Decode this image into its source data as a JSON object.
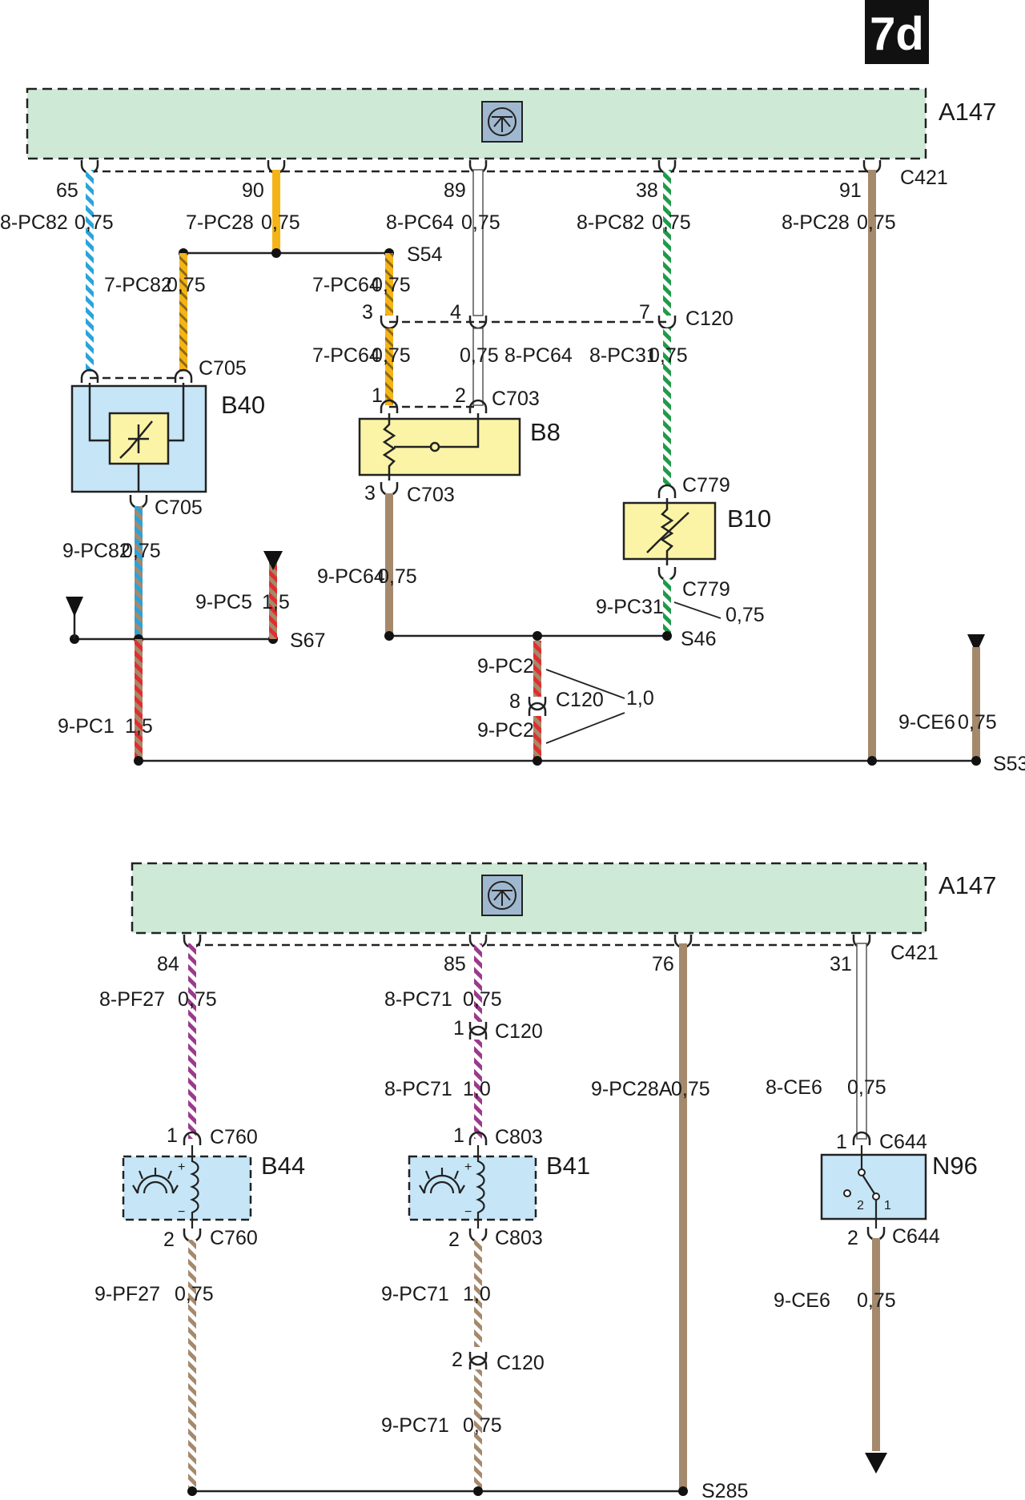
{
  "badge": "7d",
  "colors": {
    "blue": "#2aa3db",
    "yellow": "#f5b416",
    "green": "#1f9a4a",
    "brown": "#a5896c",
    "red": "#e02e2e",
    "violet": "#9b3a8c",
    "ecu_fill": "#cfe9d7",
    "sensor_fill": "#c6e6f7",
    "yellow_box": "#fbf4a6"
  },
  "top": {
    "module": "A147",
    "connector": "C421",
    "pins": [
      "65",
      "90",
      "89",
      "38",
      "91"
    ],
    "wires": {
      "w65": {
        "code": "8-PC82",
        "size": "0,75"
      },
      "w90": {
        "code": "7-PC28",
        "size": "0,75"
      },
      "w89": {
        "code": "8-PC64",
        "size": "0,75"
      },
      "w38": {
        "code": "8-PC82",
        "size": "0,75"
      },
      "w91": {
        "code": "8-PC28",
        "size": "0,75"
      },
      "b40_yel": {
        "code": "7-PC82",
        "size": "0,75"
      },
      "b8_in_upper": {
        "code": "7-PC64",
        "size": "0,75"
      },
      "b8_in_lower": {
        "code": "7-PC64",
        "size": "0,75"
      },
      "b8_white_lower": {
        "code": "8-PC64",
        "size": "0,75"
      },
      "b10_in": {
        "code": "8-PC31",
        "size": "0,75"
      },
      "b40_out": {
        "code": "9-PC82",
        "size": "0,75"
      },
      "pc5": {
        "code": "9-PC5",
        "size": "1,5"
      },
      "b8_out": {
        "code": "9-PC64",
        "size": "0,75"
      },
      "b10_out": {
        "code": "9-PC31",
        "size": "0,75"
      },
      "pc2_upper": {
        "code": "9-PC2"
      },
      "pc2_lower": {
        "code": "9-PC2"
      },
      "pc2_size": "1,0",
      "pc1": {
        "code": "9-PC1",
        "size": "1,5"
      },
      "ce6": {
        "code": "9-CE6",
        "size": "0,75"
      }
    },
    "splices": {
      "s54": "S54",
      "s67": "S67",
      "s46": "S46",
      "s53": "S53"
    },
    "connectors": {
      "c705_top": "C705",
      "c705_bottom": "C705",
      "c120": "C120",
      "c120_pins": [
        "3",
        "4",
        "7"
      ],
      "c703_top": "C703",
      "c703_bottom": "C703",
      "c703_pins": [
        "1",
        "2",
        "3"
      ],
      "c779_top": "C779",
      "c779_bottom": "C779",
      "c120_mid": "C120",
      "c120_mid_pin": "8"
    },
    "components": {
      "b40": "B40",
      "b8": "B8",
      "b10": "B10"
    }
  },
  "bottom": {
    "module": "A147",
    "connector": "C421",
    "pins": [
      "84",
      "85",
      "76",
      "31"
    ],
    "wires": {
      "w84": {
        "code": "8-PF27",
        "size": "0,75"
      },
      "w85": {
        "code": "8-PC71",
        "size": "0,75"
      },
      "w85b": {
        "code": "8-PC71",
        "size": "1,0"
      },
      "w76": {
        "code": "9-PC28A",
        "size": "0,75"
      },
      "w31": {
        "code": "8-CE6",
        "size": "0,75"
      },
      "b44_out": {
        "code": "9-PF27",
        "size": "0,75"
      },
      "b41_out": {
        "code": "9-PC71",
        "size": "1,0"
      },
      "b41_out2": {
        "code": "9-PC71",
        "size": "0,75"
      },
      "n96_out": {
        "code": "9-CE6",
        "size": "0,75"
      }
    },
    "connectors": {
      "c120_a": "C120",
      "c120_a_pin": "1",
      "c760_top": "C760",
      "c760_bottom": "C760",
      "c803_top": "C803",
      "c803_bottom": "C803",
      "c644_top": "C644",
      "c644_bottom": "C644",
      "c120_b": "C120",
      "c120_b_pin": "2",
      "pin1": "1",
      "pin2": "2"
    },
    "components": {
      "b44": "B44",
      "b41": "B41",
      "n96": "N96"
    },
    "n96_contacts": [
      "2",
      "1"
    ],
    "splice": "S285"
  }
}
